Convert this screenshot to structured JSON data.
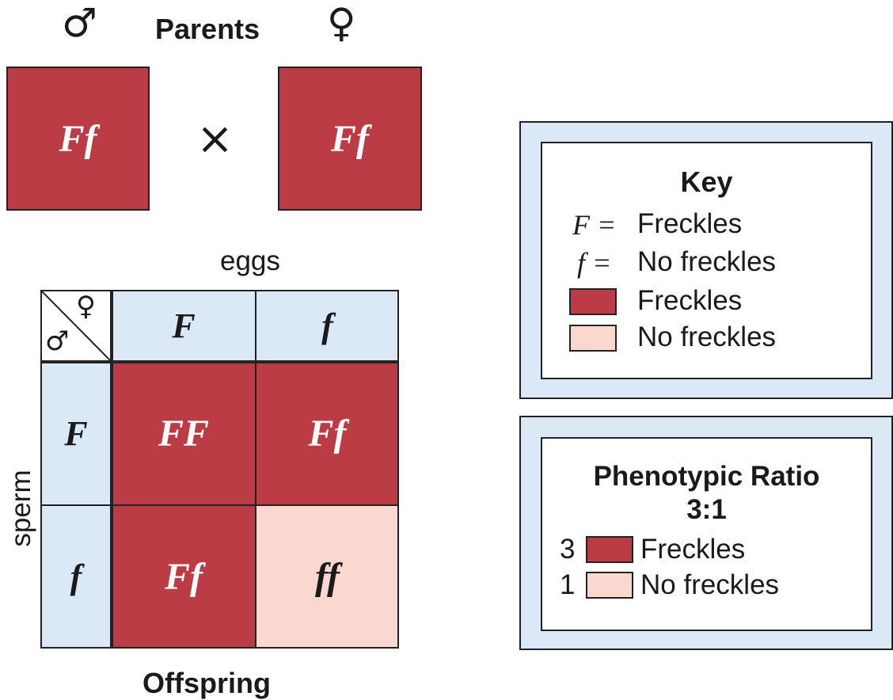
{
  "parents": {
    "title": "Parents",
    "male_symbol": "♂",
    "female_symbol": "♀",
    "male_genotype": "Ff",
    "female_genotype": "Ff",
    "cross_symbol": "×"
  },
  "punnett": {
    "eggs_label": "eggs",
    "sperm_label": "sperm",
    "offspring_label": "Offspring",
    "corner_male": "♂",
    "corner_female": "♀",
    "egg_alleles": [
      "F",
      "f"
    ],
    "sperm_alleles": [
      "F",
      "f"
    ],
    "cells": [
      [
        "FF",
        "Ff"
      ],
      [
        "Ff",
        "ff"
      ]
    ]
  },
  "key": {
    "title": "Key",
    "rows": [
      {
        "symbol": "F =",
        "label": "Freckles"
      },
      {
        "symbol": "f =",
        "label": "No freckles"
      }
    ],
    "swatches": [
      {
        "label": "Freckles",
        "color": "#bc3c46"
      },
      {
        "label": "No freckles",
        "color": "#fbd8cf"
      }
    ]
  },
  "ratio": {
    "title": "Phenotypic Ratio",
    "value": "3:1",
    "rows": [
      {
        "count": "3",
        "label": "Freckles",
        "color": "#bc3c46"
      },
      {
        "count": "1",
        "label": "No freckles",
        "color": "#fbd8cf"
      }
    ]
  },
  "colors": {
    "dominant_red": "#bc3c46",
    "recessive_pink": "#fbd8cf",
    "header_blue": "#dbe8f5"
  }
}
